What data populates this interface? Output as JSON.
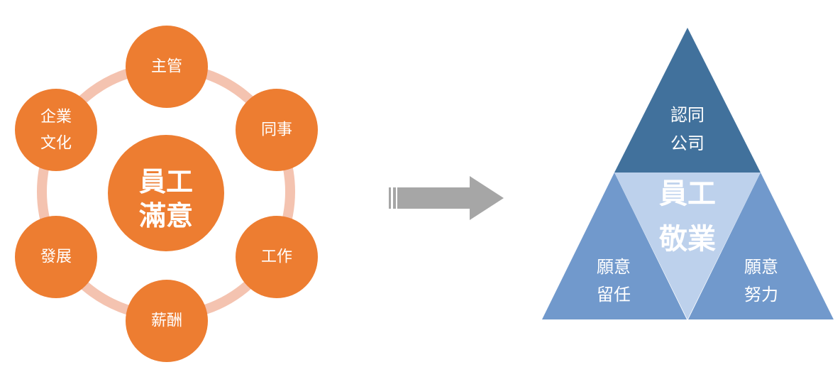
{
  "satisfaction": {
    "center": [
      "員工",
      "滿意"
    ],
    "nodes": {
      "supervisor": [
        "主管"
      ],
      "colleague": [
        "同事"
      ],
      "work": [
        "工作"
      ],
      "salary": [
        "薪酬"
      ],
      "development": [
        "發展"
      ],
      "culture": [
        "企業",
        "文化"
      ]
    }
  },
  "engagement": {
    "center": [
      "員工",
      "敬業"
    ],
    "top": [
      "認同",
      "公司"
    ],
    "left": [
      "願意",
      "留任"
    ],
    "right": [
      "願意",
      "努力"
    ]
  },
  "colors": {
    "orange": "#ED7D31",
    "ring": "#F4C3B0",
    "arrow": "#A6A6A6",
    "pyramid_top": "#41719C",
    "pyramid_side": "#7199CC",
    "pyramid_center": "#BDD1EC"
  },
  "icons": {
    "arrow": "right-arrow-icon"
  }
}
